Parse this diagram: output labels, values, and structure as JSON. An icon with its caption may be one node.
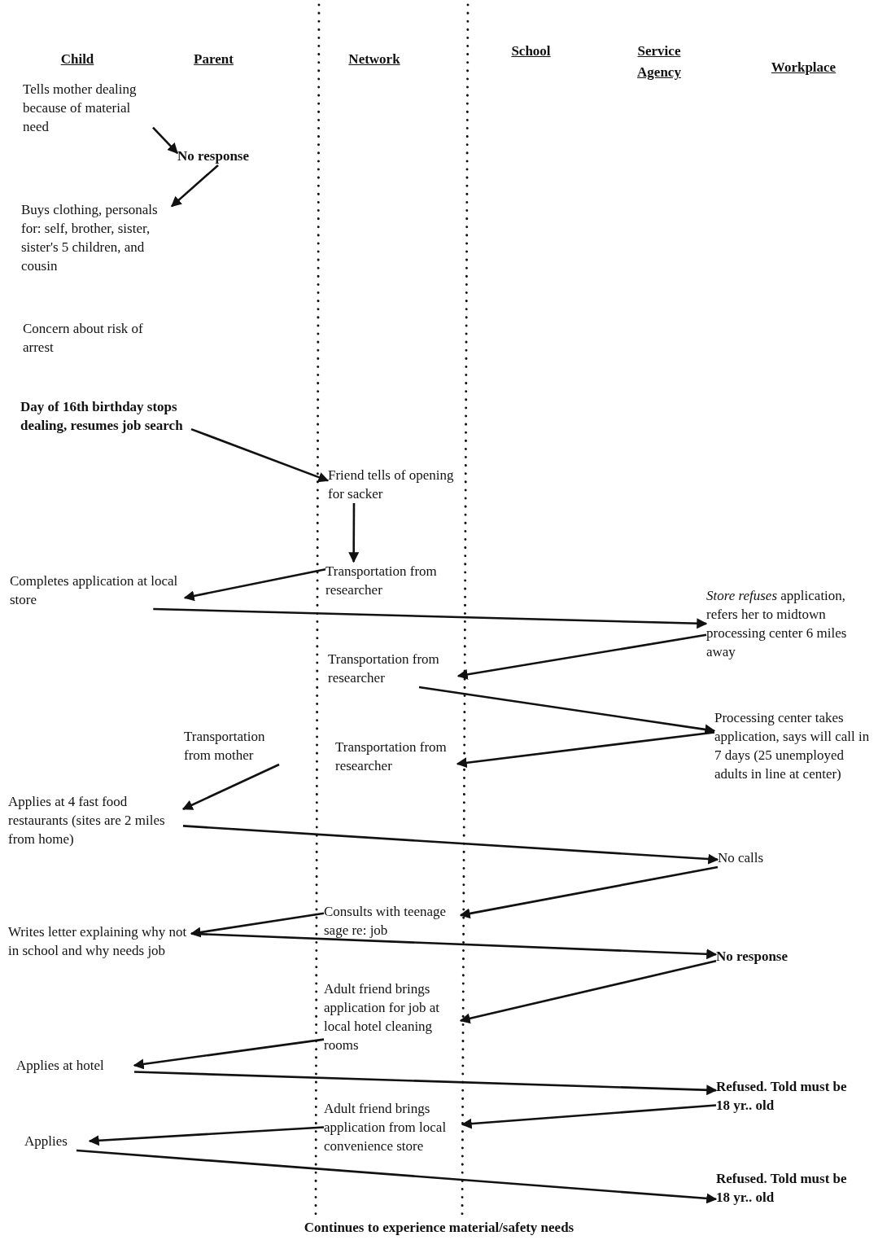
{
  "diagram": {
    "caption": "Continues to experience material/safety needs",
    "nodes": [
      {
        "text": [
          "Tells mother dealing because of material need"
        ]
      },
      {
        "text": [
          "No response"
        ]
      },
      {
        "text": [
          "Buys clothing, personals for: self, brother, sister, sister's 5 children, and cousin"
        ]
      },
      {
        "text": [
          "Day of 16th birthday stops dealing, resumes job search"
        ]
      },
      {
        "text": [
          "Friend tells of opening for sacker"
        ]
      },
      {
        "text": [
          "Transportation from researcher"
        ]
      },
      {
        "text": [
          "Completes application at local store"
        ]
      },
      {
        "text": [
          "*Store refuses* application, refers her to midtown processing center 6 miles away"
        ]
      },
      {
        "text": [
          "Transportation from researcher"
        ]
      },
      {
        "text": [
          "Processing center takes application, says will call in 7 days (25 unemployed adults in line at center)"
        ]
      },
      {
        "text": [
          "Transportation from mother"
        ]
      },
      {
        "text": [
          "Transportation from researcher"
        ]
      },
      {
        "text": [
          "Applies at 4 fast food restaurants (sites are 2 miles from home)"
        ]
      },
      {
        "text": [
          "No calls"
        ]
      },
      {
        "text": [
          "Consults with teenage sage re: job"
        ]
      },
      {
        "text": [
          "Writes letter explaining why not in school and why needs job"
        ]
      },
      {
        "text": [
          "No response"
        ]
      },
      {
        "text": [
          "Adult friend brings application for job at local hotel cleaning rooms"
        ]
      },
      {
        "text": [
          "Applies at hotel"
        ]
      },
      {
        "text": [
          "Refused. Told must be 18 yr.. old"
        ]
      },
      {
        "text": [
          "Adult friend brings application from local convenience store"
        ]
      },
      {
        "text": [
          "Applies"
        ]
      },
      {
        "text": [
          "Refused. Told must be 18 yr.. old"
        ]
      }
    ],
    "edges": [
      {
        "from": 0,
        "to": 1,
        "arrow": "to"
      },
      {
        "from": 1,
        "to": 2,
        "arrow": "to"
      },
      {
        "from": 3,
        "to": 4,
        "arrow": "to"
      },
      {
        "from": 4,
        "to": 5,
        "arrow": "to"
      },
      {
        "from": 5,
        "to": 6,
        "arrow": "to"
      },
      {
        "from": 6,
        "to": 7,
        "arrow": "to"
      },
      {
        "from": 7,
        "to": 8,
        "arrow": "to"
      },
      {
        "from": 8,
        "to": 9,
        "arrow": "to"
      },
      {
        "from": 9,
        "to": 11,
        "arrow": "to"
      },
      {
        "from": 10,
        "to": 12,
        "arrow": "to"
      },
      {
        "from": 12,
        "to": 13,
        "arrow": "to"
      },
      {
        "from": 13,
        "to": 14,
        "arrow": "to"
      },
      {
        "from": 14,
        "to": 15,
        "arrow": "to"
      },
      {
        "from": 15,
        "to": 16,
        "arrow": "to"
      },
      {
        "from": 16,
        "to": 17,
        "arrow": "to"
      },
      {
        "from": 17,
        "to": 18,
        "arrow": "to"
      },
      {
        "from": 18,
        "to": 19,
        "arrow": "to"
      },
      {
        "from": 19,
        "to": 20,
        "arrow": "to"
      },
      {
        "from": 20,
        "to": 21,
        "arrow": "to"
      },
      {
        "from": 21,
        "to": 22,
        "arrow": "to"
      }
    ],
    "labels": [
      "Child",
      "Parent",
      "Network",
      "School",
      "Service Agency",
      "Workplace",
      "Concern about risk of arrest"
    ]
  }
}
